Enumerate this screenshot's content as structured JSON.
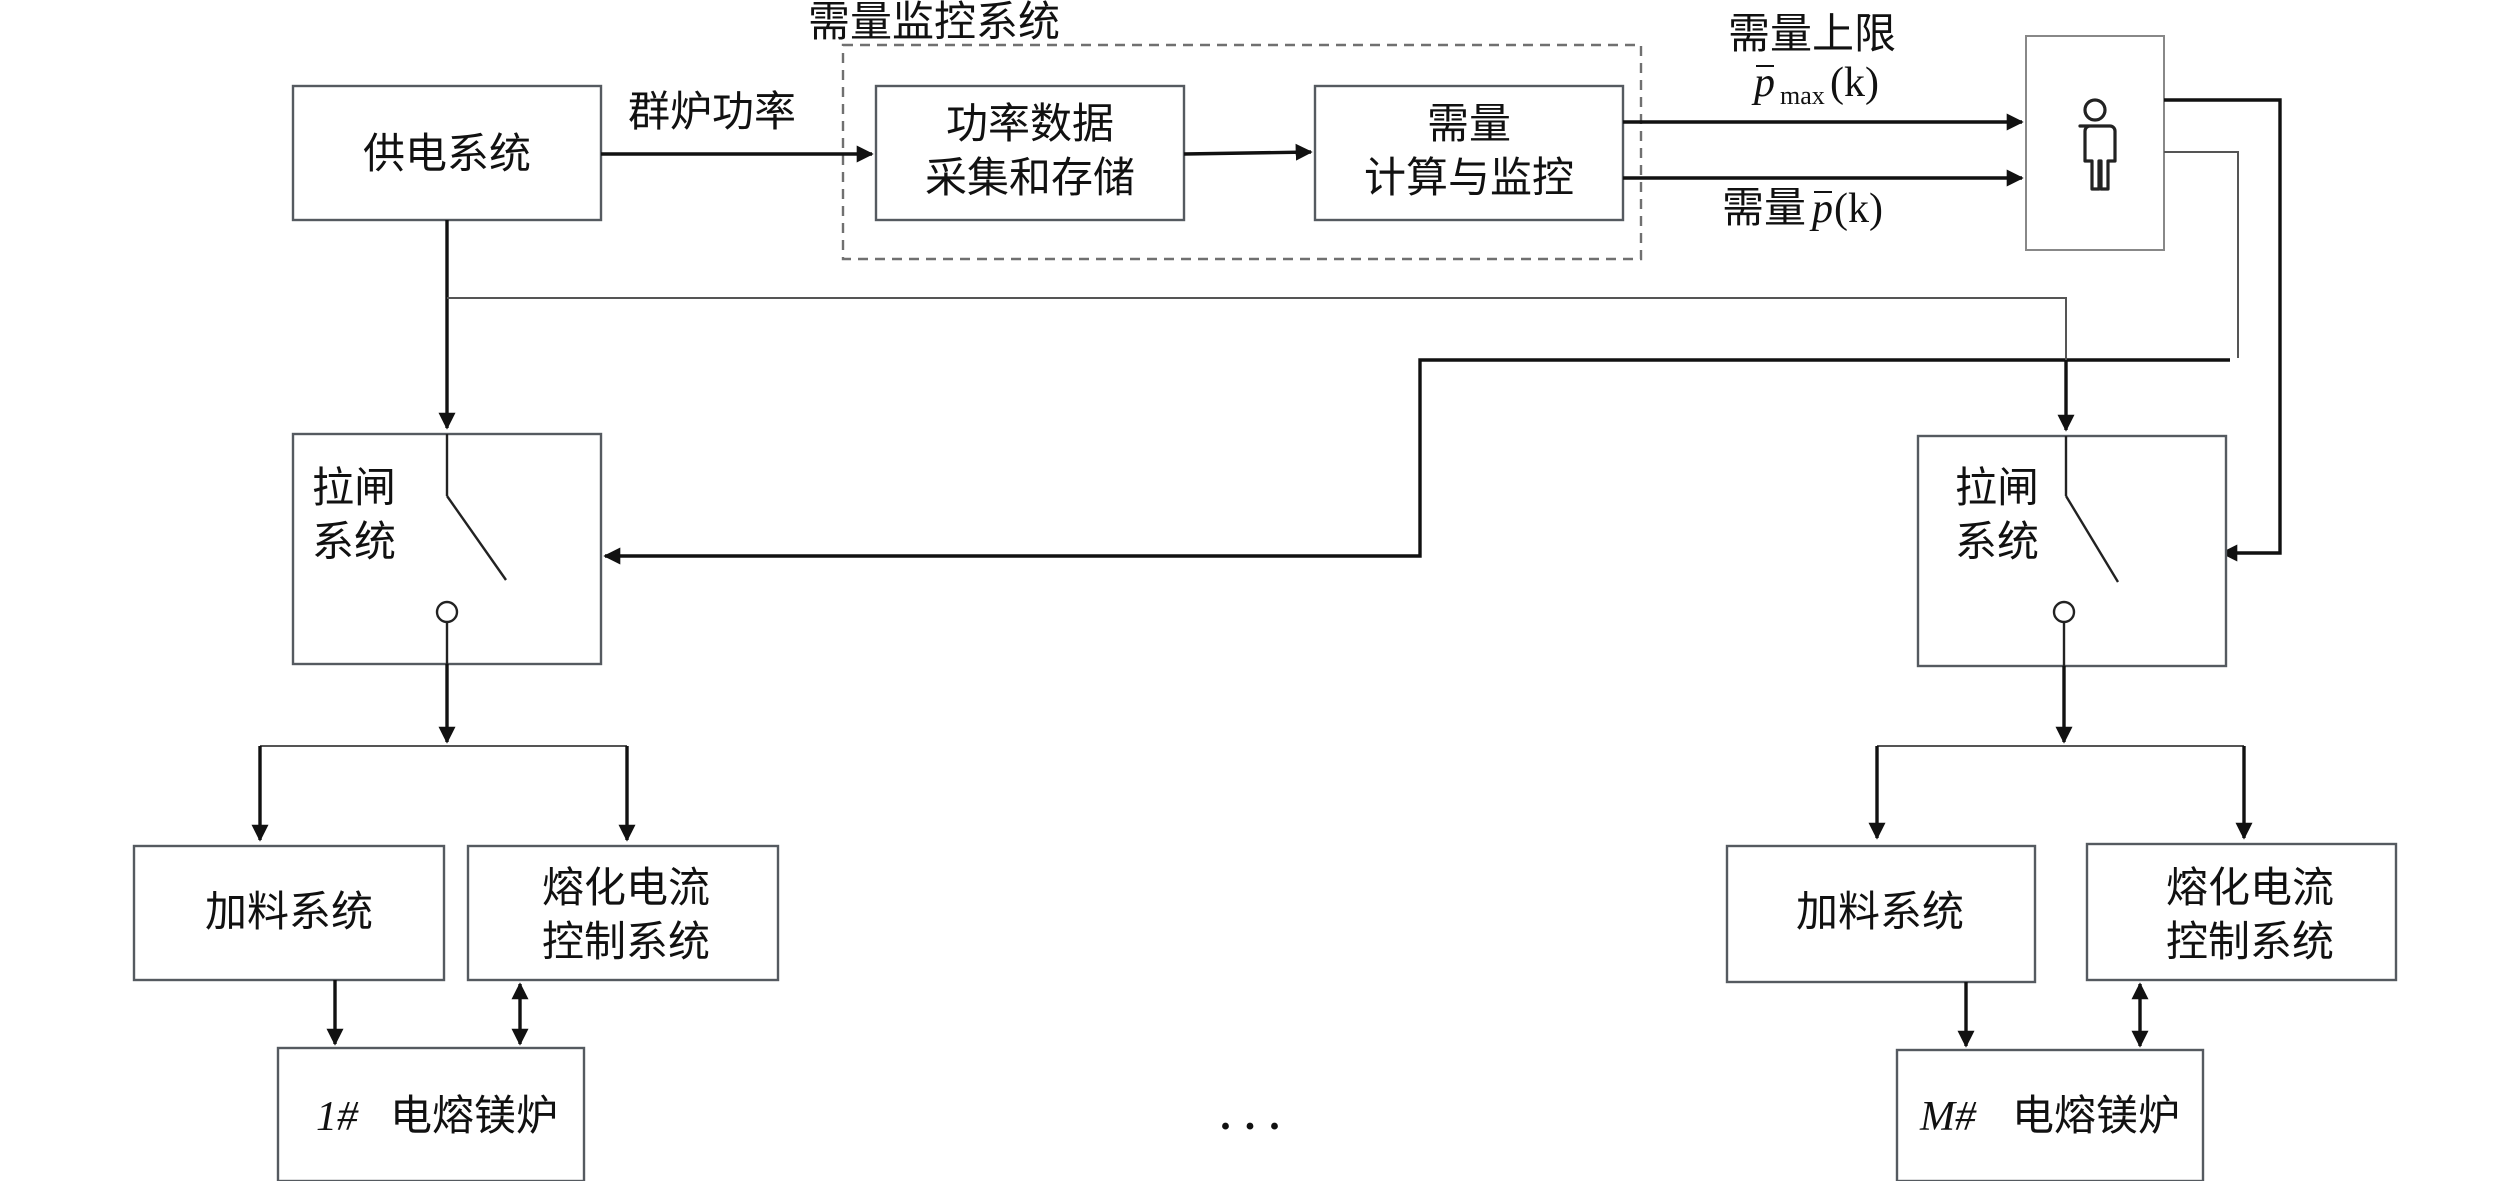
{
  "monitor_group": {
    "title": "需量监控系统"
  },
  "power_supply": {
    "label": "供电系统"
  },
  "group_power": {
    "label": "群炉功率"
  },
  "data_box": {
    "line1": "功率数据",
    "line2": "采集和存储"
  },
  "calc_box": {
    "line1": "需量",
    "line2": "计算与监控"
  },
  "upper_limit": {
    "label": "需量上限",
    "sym": "p",
    "sub": "max",
    "arg": "(k)"
  },
  "demand": {
    "label": "需量",
    "sym": "p",
    "arg": "(k)"
  },
  "unit_1": {
    "switch_line1": "拉闸",
    "switch_line2": "系统",
    "feed": "加料系统",
    "melt_line1": "熔化电流",
    "melt_line2": "控制系统",
    "furnace_id": "1#",
    "furnace": "电熔镁炉"
  },
  "unit_m": {
    "switch_line1": "拉闸",
    "switch_line2": "系统",
    "feed": "加料系统",
    "melt_line1": "熔化电流",
    "melt_line2": "控制系统",
    "furnace_id": "M#",
    "furnace": "电熔镁炉"
  },
  "ellipsis": "· · ·",
  "icons": {
    "operator": "person-icon"
  }
}
